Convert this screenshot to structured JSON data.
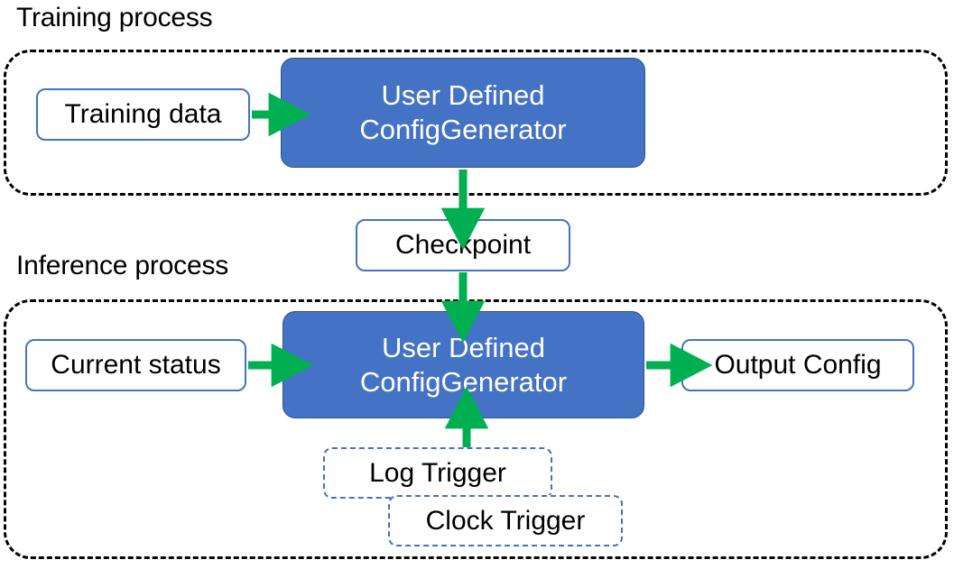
{
  "diagram": {
    "title_training": "Training process",
    "title_inference": "Inference process",
    "colors": {
      "accent_blue": "#4472C4",
      "blue_border": "#2F528F",
      "arrow_green": "#00B050",
      "container_dash": "#000000",
      "box_text": "#000000",
      "blue_box_text": "#FFFFFF",
      "background": "#FFFFFF"
    }
  },
  "training": {
    "label": "Training process",
    "input_node": "Training data",
    "process_node_line1": "User Defined",
    "process_node_line2": "ConfigGenerator"
  },
  "checkpoint": {
    "label": "Checkpoint"
  },
  "inference": {
    "label": "Inference process",
    "input_node": "Current status",
    "process_node_line1": "User Defined",
    "process_node_line2": "ConfigGenerator",
    "output_node": "Output Config",
    "triggers": [
      {
        "label": "Log Trigger"
      },
      {
        "label": "Clock Trigger"
      }
    ]
  },
  "arrows": [
    {
      "name": "training-data-to-generator",
      "direction": "right"
    },
    {
      "name": "training-generator-to-checkpoint",
      "direction": "down"
    },
    {
      "name": "checkpoint-to-inference-generator",
      "direction": "down"
    },
    {
      "name": "current-status-to-generator",
      "direction": "right"
    },
    {
      "name": "generator-to-output-config",
      "direction": "right"
    },
    {
      "name": "triggers-to-generator",
      "direction": "up"
    }
  ]
}
